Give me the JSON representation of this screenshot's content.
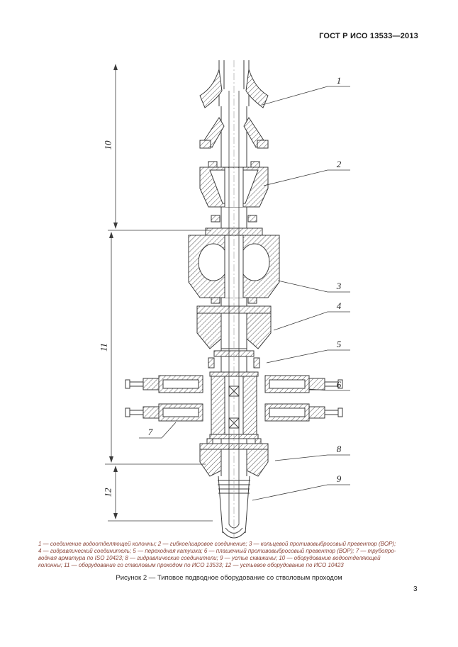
{
  "header": {
    "doc_code": "ГОСТ Р ИСО 13533—2013"
  },
  "figure": {
    "caption": "Рисунок 2 — Типовое подводное оборудование со стволовым проходом",
    "callouts": {
      "c1": "1",
      "c2": "2",
      "c3": "3",
      "c4": "4",
      "c5": "5",
      "c6": "6",
      "c7": "7",
      "c8": "8",
      "c9": "9"
    },
    "dimensions": {
      "d10": "10",
      "d11": "11",
      "d12": "12"
    }
  },
  "legend": {
    "line1": "1 — соединение водоотделяющей колонны; 2 — гибкое/шаровое соединение; 3 — кольцевой противовыбросовый превентор (ВОР);",
    "line2": "4 — гидравлический соединитель; 5 — переходная катушка; 6 — плашечный противовыбросовый превентор (ВОР); 7 — трубопро-",
    "line3": "водная арматура по ISO 10423; 8 — гидравлические соединители; 9 — устье скважины; 10 — оборудование водоотделяющей",
    "line4": "колонны; 11 — оборудование со стволовым проходом по ИСО 13533; 12 — устьевое оборудование по ИСО 10423"
  },
  "footer": {
    "page_number": "3"
  }
}
